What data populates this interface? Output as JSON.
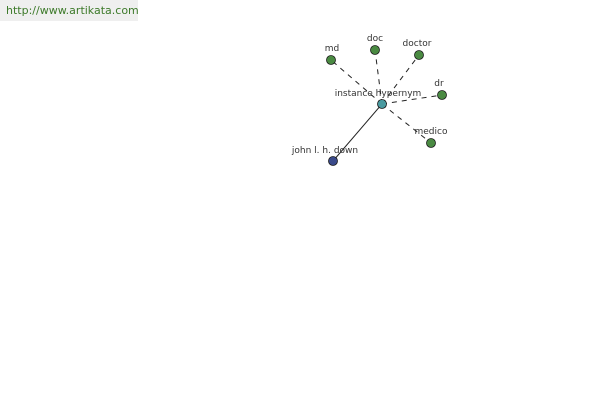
{
  "header": {
    "url": "http://www.artikata.com"
  },
  "graph": {
    "colors": {
      "green": "#4a8a42",
      "teal": "#4a9aa0",
      "blue": "#3a4a8a",
      "edge": "#222222"
    },
    "center": {
      "id": "center",
      "label": "instance hypernym",
      "color": "teal"
    },
    "nodes": [
      {
        "id": "md",
        "label": "md",
        "color": "green"
      },
      {
        "id": "doc",
        "label": "doc",
        "color": "green"
      },
      {
        "id": "doctor",
        "label": "doctor",
        "color": "green"
      },
      {
        "id": "dr",
        "label": "dr",
        "color": "green"
      },
      {
        "id": "medico",
        "label": "medico",
        "color": "green"
      },
      {
        "id": "john",
        "label": "john l. h. down",
        "color": "blue"
      }
    ],
    "edges": [
      {
        "from": "center",
        "to": "md",
        "style": "dashed"
      },
      {
        "from": "center",
        "to": "doc",
        "style": "dashed"
      },
      {
        "from": "center",
        "to": "doctor",
        "style": "dashed"
      },
      {
        "from": "center",
        "to": "dr",
        "style": "dashed"
      },
      {
        "from": "center",
        "to": "medico",
        "style": "dashed"
      },
      {
        "from": "center",
        "to": "john",
        "style": "solid"
      }
    ]
  }
}
